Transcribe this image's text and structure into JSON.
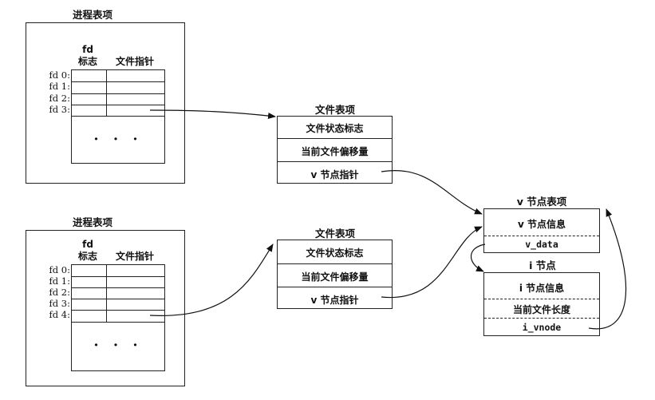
{
  "process_tables": [
    {
      "title": "进程表项",
      "fd_header": "fd",
      "flag_header": "标志",
      "pointer_header": "文件指针",
      "rows": [
        "fd 0:",
        "fd 1:",
        "fd 2:",
        "fd 3:"
      ],
      "ellipsis": "· · ·"
    },
    {
      "title": "进程表项",
      "fd_header": "fd",
      "flag_header": "标志",
      "pointer_header": "文件指针",
      "rows": [
        "fd 0:",
        "fd 1:",
        "fd 2:",
        "fd 3:",
        "fd 4:"
      ],
      "ellipsis": "· · ·"
    }
  ],
  "file_tables": [
    {
      "title": "文件表项",
      "status_flags": "文件状态标志",
      "offset": "当前文件偏移量",
      "vnode_ptr": "v 节点指针"
    },
    {
      "title": "文件表项",
      "status_flags": "文件状态标志",
      "offset": "当前文件偏移量",
      "vnode_ptr": "v 节点指针"
    }
  ],
  "vnode_table": {
    "title": "v 节点表项",
    "info": "v 节点信息",
    "data": "v_data"
  },
  "inode": {
    "title": "i 节点",
    "info": "i 节点信息",
    "length": "当前文件长度",
    "vnode": "i_vnode"
  }
}
